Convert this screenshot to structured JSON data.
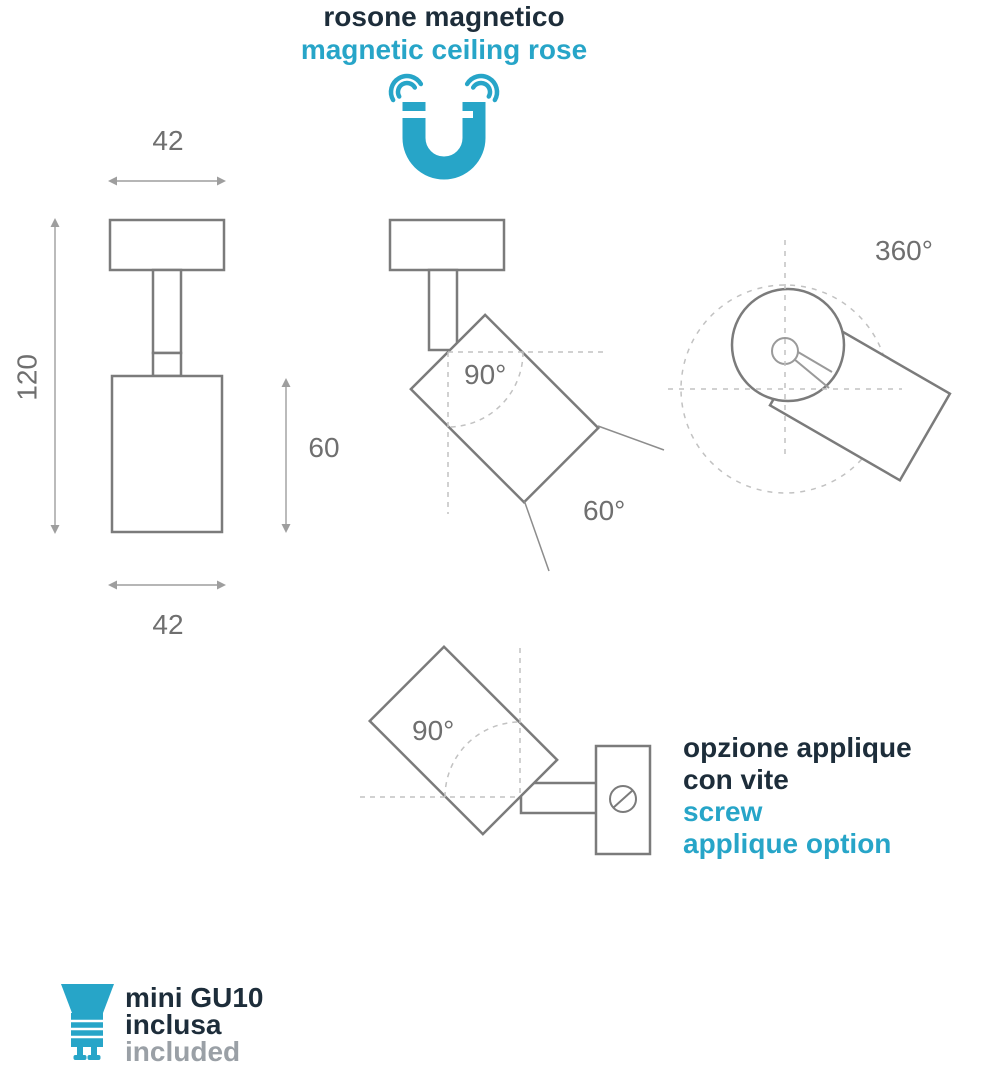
{
  "colors": {
    "dark_navy": "#1d2d3a",
    "cyan": "#27a5c8",
    "outline_gray": "#7b7b7b",
    "dimension_gray": "#9e9e9e",
    "dash_gray": "#c2c2c2",
    "dim_text_gray": "#6f6f6f",
    "muted_text_gray": "#9aa0a6"
  },
  "header": {
    "title_it": "rosone magnetico",
    "title_en": "magnetic ceiling rose"
  },
  "icons": {
    "magnet": "magnet-with-signal-waves",
    "bulb": "gu10-lamp-bulb",
    "screw": "screw-head-circle-slash"
  },
  "front_view": {
    "dim_top_width": "42",
    "dim_total_height": "120",
    "dim_body_height": "60",
    "dim_bottom_width": "42"
  },
  "tilt_view": {
    "tilt_angle": "90°",
    "beam_angle": "60°"
  },
  "top_view": {
    "rotation_angle": "360°"
  },
  "applique_view": {
    "tilt_angle": "90°",
    "label_it_line1": "opzione applique",
    "label_it_line2": "con vite",
    "label_en_line1": "screw",
    "label_en_line2": "applique option"
  },
  "lamp_note": {
    "line1": "mini GU10",
    "line2": "inclusa",
    "line3": "included"
  }
}
